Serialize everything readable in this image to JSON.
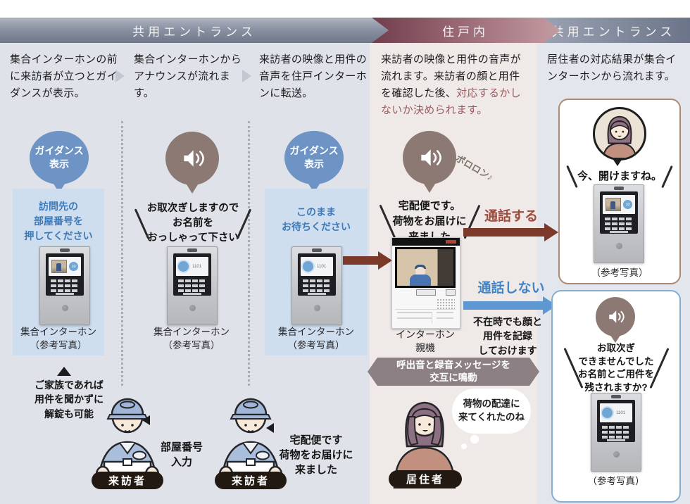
{
  "header": {
    "segment1": "共用エントランス",
    "segment2": "住戸内",
    "segment3": "共用エントランス"
  },
  "intro": {
    "step1": "集合インターホンの前に来訪者が立つとガイダンスが表示。",
    "step2": "集合インターホンからアナウンスが流れます。",
    "step3": "来訪者の映像と用件の音声を住戸インターホンに転送。",
    "step4_main": "来訪者の映像と用件の音声が流れます。来訪者の顔と用件を確認した後、",
    "step4_accent": "対応するかしないか決められます。",
    "step5": "居住者の対応結果が集合インターホンから流れます。"
  },
  "entrance_flow": {
    "guidance_badge": "ガイダンス\n表示",
    "screen1_message": "訪問先の\n部屋番号を\n押してください",
    "announce1": "お取次ぎしますので\nお名前を\nおっしゃって下さい",
    "screen2_message": "このまま\nお待ちください",
    "lobby_station_label": "集合インターホン\n（参考写真）"
  },
  "unit_flow": {
    "announce2": "宅配便です。\n荷物をお届けに\n来ました",
    "chime": "ポロロン♪",
    "monitor_label": "インターホン\n親機",
    "talk_label": "通話する",
    "no_talk_label": "通話しない",
    "record_note": "不在時でも顔と\n用件を記録\nしておけます",
    "ring_banner": "呼出音と録音メッセージを\n交互に鳴動"
  },
  "result_flow": {
    "open_message": "今、開けますね。",
    "absent_message": "お取次ぎ\nできませんでした\nお名前とご用件を\n残されますか?",
    "photo_note": "（参考写真）"
  },
  "people": {
    "family_note": "ご家族であれば\n用件を聞かずに\n解錠も可能",
    "visitor1_action": "部屋番号\n入力",
    "visitor2_action": "宅配便です\n荷物をお届けに\n来ました",
    "visitor_label": "来訪者",
    "resident_thought": "荷物の配達に\n来てくれたのね",
    "resident_label": "居住者"
  },
  "device": {
    "room_number": "1101",
    "call_number": "10"
  },
  "colors": {
    "header_gray": "#8b92a3",
    "header_red": "#713d4c",
    "guidance_blue": "#6d94c4",
    "screen_blue_bg": "#cfdeee",
    "speaker_brown": "#8c7973",
    "talk_red": "#9d4b3e",
    "arrow_brown": "#7c392a",
    "no_talk_blue": "#4284c6",
    "arrow_blue": "#5e98d2",
    "banner_mauve": "#8c8085",
    "pill_black": "#221a12"
  }
}
